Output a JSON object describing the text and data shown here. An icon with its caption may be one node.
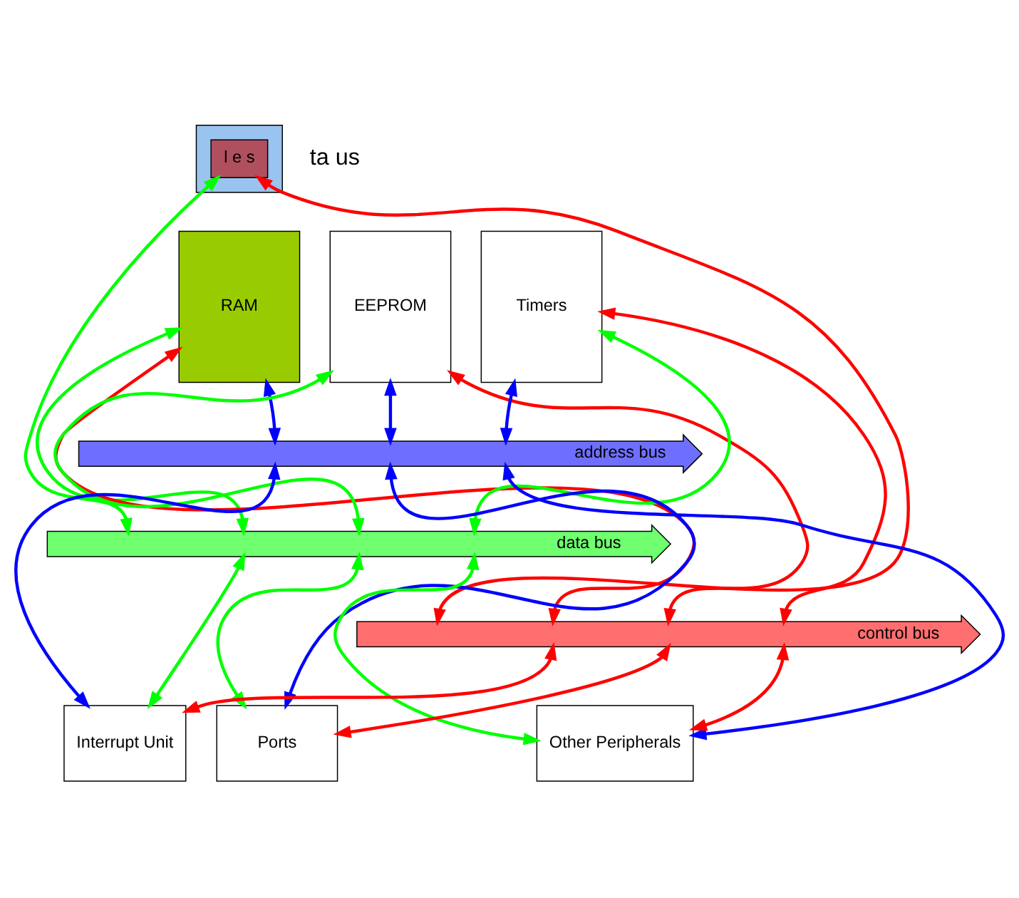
{
  "diagram": {
    "nodes": [
      {
        "text": [],
        "shape": "box"
      },
      {
        "text": [
          "l e s"
        ],
        "in": 0
      },
      {
        "text": [
          "RAM"
        ]
      },
      {
        "text": [
          "EEPROM"
        ]
      },
      {
        "text": [
          "Timers"
        ]
      },
      {
        "text": [
          "address bus"
        ]
      },
      {
        "text": [
          "data bus"
        ]
      },
      {
        "text": [
          "control bus"
        ]
      },
      {
        "text": [
          "Interrupt Unit"
        ]
      },
      {
        "text": [
          "Ports"
        ]
      },
      {
        "text": [
          "Other Peripherals"
        ]
      }
    ],
    "edges": [
      {
        "from": 1,
        "to": 6,
        "arrow": "both",
        "color": "#00ff00"
      },
      {
        "from": 1,
        "to": 7,
        "arrow": "both",
        "color": "#ff0000"
      },
      {
        "from": 2,
        "to": 5,
        "arrow": "both",
        "color": "#0000ff"
      },
      {
        "from": 2,
        "to": 6,
        "arrow": "both",
        "color": "#00ff00"
      },
      {
        "from": 2,
        "to": 7,
        "arrow": "both",
        "color": "#ff0000"
      },
      {
        "from": 3,
        "to": 5,
        "arrow": "both",
        "color": "#0000ff"
      },
      {
        "from": 3,
        "to": 6,
        "arrow": "both",
        "color": "#00ff00"
      },
      {
        "from": 3,
        "to": 7,
        "arrow": "both",
        "color": "#ff0000"
      },
      {
        "from": 4,
        "to": 5,
        "arrow": "both",
        "color": "#0000ff"
      },
      {
        "from": 4,
        "to": 6,
        "arrow": "both",
        "color": "#00ff00"
      },
      {
        "from": 4,
        "to": 7,
        "arrow": "both",
        "color": "#ff0000"
      },
      {
        "from": 7,
        "to": 8,
        "arrow": "both",
        "color": "#ff0000"
      },
      {
        "from": 6,
        "to": 8,
        "arrow": "both",
        "color": "#00ff00"
      },
      {
        "from": 5,
        "to": 8,
        "arrow": "both",
        "color": "#0000ff"
      },
      {
        "from": 5,
        "to": 9,
        "arrow": "both",
        "color": "#0000ff"
      },
      {
        "from": 6,
        "to": 9,
        "arrow": "both",
        "color": "#00ff00"
      },
      {
        "from": 7,
        "to": 9,
        "arrow": "both",
        "color": "#ff0000"
      },
      {
        "from": 5,
        "to": 10,
        "arrow": "both",
        "color": "#0000ff"
      },
      {
        "from": 6,
        "to": 10,
        "arrow": "both",
        "color": "#00ff00"
      },
      {
        "from": 7,
        "to": 10,
        "arrow": "both",
        "color": "#ff0000"
      }
    ],
    "labels": [
      "ta us"
    ]
  }
}
